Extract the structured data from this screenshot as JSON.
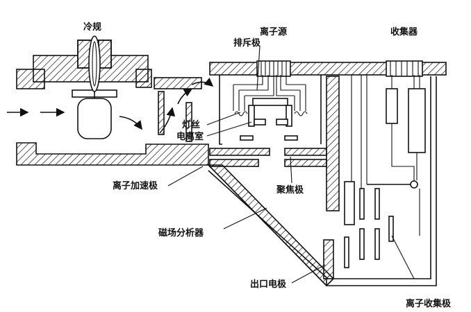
{
  "labels": {
    "cold_gauge": "冷规",
    "ion_source": "离子源",
    "collector": "收集器",
    "repeller": "排斥极",
    "filament": "灯丝",
    "ionization_chamber": "电离室",
    "ion_accelerator": "离子加速极",
    "focus": "聚焦极",
    "magnetic_analyzer": "磁场分析器",
    "exit_electrode": "出口电极",
    "ion_collector_plate": "离子收集极"
  }
}
